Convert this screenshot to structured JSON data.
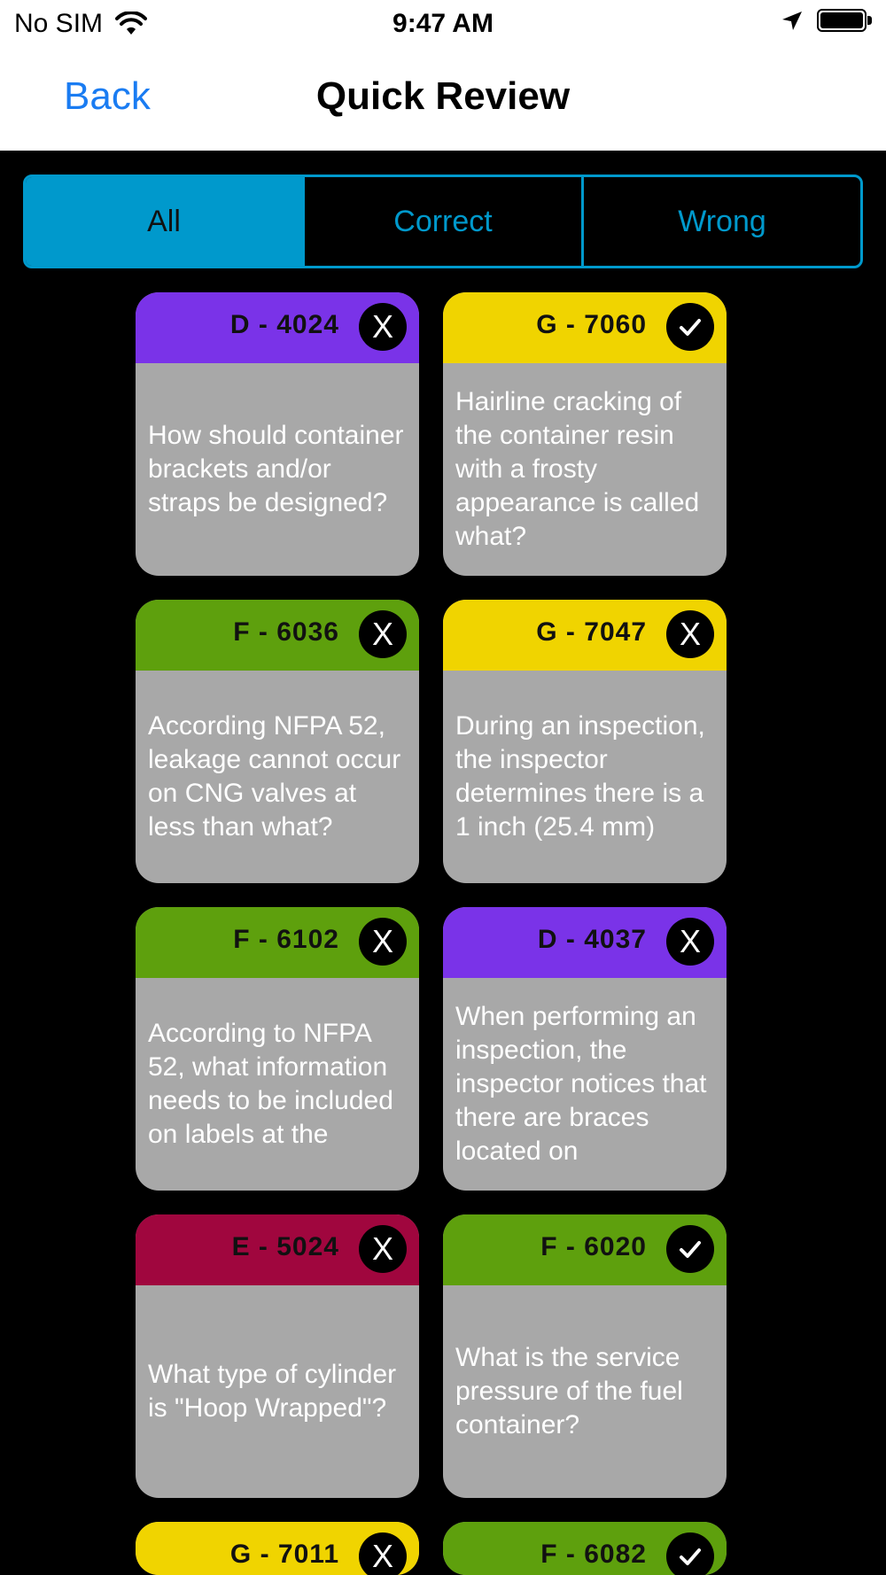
{
  "status": {
    "carrier": "No SIM",
    "time": "9:47 AM"
  },
  "nav": {
    "back_label": "Back",
    "title": "Quick Review"
  },
  "filter": {
    "segments": [
      {
        "label": "All",
        "active": true
      },
      {
        "label": "Correct",
        "active": false
      },
      {
        "label": "Wrong",
        "active": false
      }
    ]
  },
  "colors": {
    "accent": "#0099cc",
    "link": "#1a7cf2",
    "D": "#7a33e8",
    "G": "#f0d400",
    "F": "#5ea00d",
    "E": "#a0063e",
    "card_body": "#a8a8a8"
  },
  "cards": [
    {
      "code": "D - 4024",
      "category": "D",
      "result": "wrong",
      "question": "How should container brackets and/or straps be designed?"
    },
    {
      "code": "G - 7060",
      "category": "G",
      "result": "correct",
      "question": "Hairline cracking of the container resin with a frosty appearance is called what?"
    },
    {
      "code": "F - 6036",
      "category": "F",
      "result": "wrong",
      "question": "According NFPA 52, leakage cannot occur on CNG valves at less than what?"
    },
    {
      "code": "G - 7047",
      "category": "G",
      "result": "wrong",
      "question": "During an inspection, the inspector determines there is a 1 inch (25.4 mm)"
    },
    {
      "code": "F - 6102",
      "category": "F",
      "result": "wrong",
      "question": "According to NFPA 52, what information needs to be included on labels at the"
    },
    {
      "code": "D - 4037",
      "category": "D",
      "result": "wrong",
      "question": "When performing an inspection, the inspector notices that there are braces located on"
    },
    {
      "code": "E - 5024",
      "category": "E",
      "result": "wrong",
      "question": "What type of cylinder is \"Hoop Wrapped\"?"
    },
    {
      "code": "F - 6020",
      "category": "F",
      "result": "correct",
      "question": "What is the service pressure of the fuel container?"
    },
    {
      "code": "G - 7011",
      "category": "G",
      "result": "wrong",
      "question": ""
    },
    {
      "code": "F - 6082",
      "category": "F",
      "result": "correct",
      "question": ""
    }
  ],
  "badge_wrong_text": "X"
}
